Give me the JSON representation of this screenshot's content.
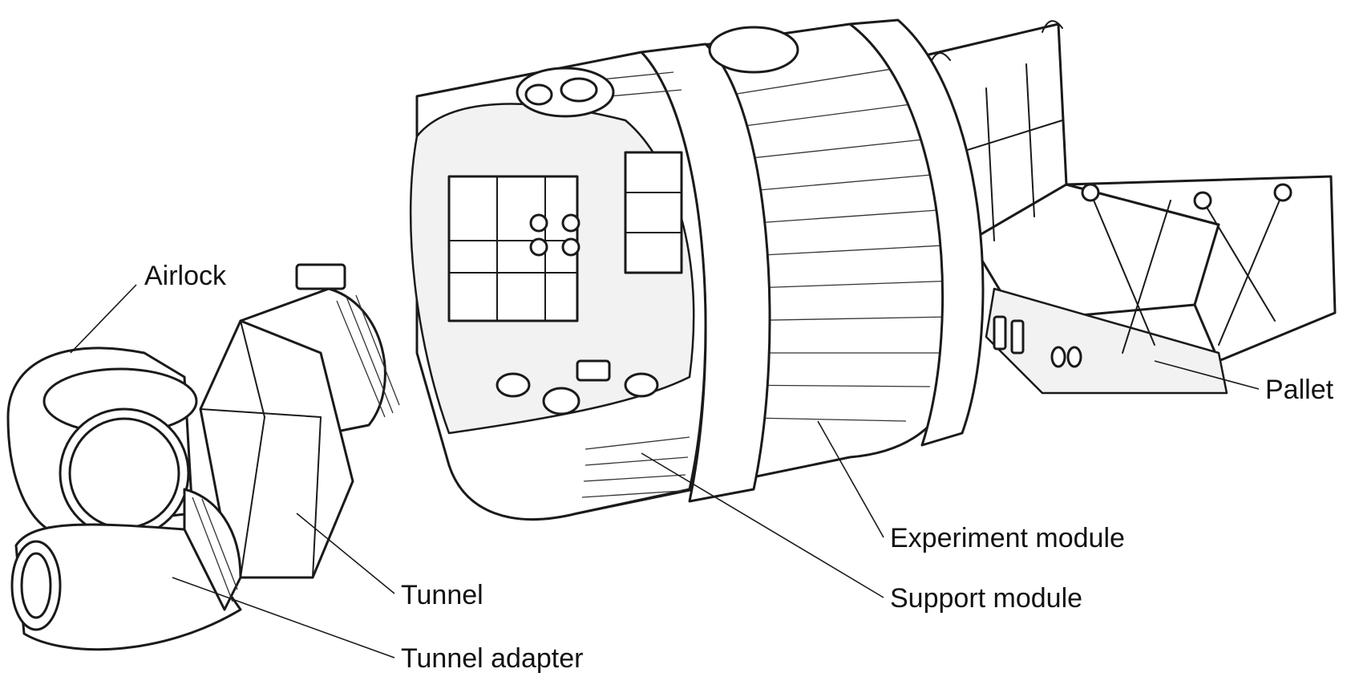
{
  "labels": {
    "airlock": "Airlock",
    "tunnel": "Tunnel",
    "tunnel_adapter": "Tunnel adapter",
    "experiment_module": "Experiment module",
    "support_module": "Support module",
    "pallet": "Pallet"
  },
  "colors": {
    "ink": "#1a1a1a",
    "paper": "#ffffff"
  }
}
